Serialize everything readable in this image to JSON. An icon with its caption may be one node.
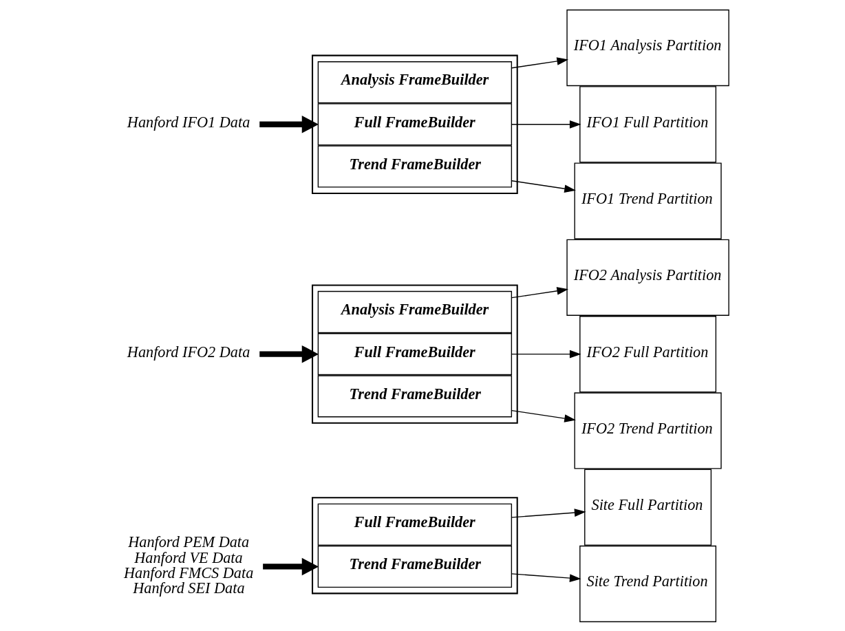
{
  "diagram": {
    "nodes": [
      {
        "text": [
          "Hanford IFO1 Data"
        ]
      },
      {
        "text": [],
        "shape": "box"
      },
      {
        "text": [
          "Analysis FrameBuilder"
        ],
        "in": 1
      },
      {
        "text": [
          "Full FrameBuilder"
        ],
        "in": 1
      },
      {
        "text": [
          "Trend FrameBuilder"
        ],
        "in": 1
      },
      {
        "text": [
          "IFO1 Trend Partition"
        ]
      },
      {
        "text": [
          "IFO1 Full Partition"
        ]
      },
      {
        "text": [
          "IFO1 Analysis Partition"
        ]
      },
      {
        "text": [
          "Hanford IFO2 Data"
        ]
      },
      {
        "text": [],
        "shape": "box"
      },
      {
        "text": [
          "Analysis FrameBuilder"
        ],
        "in": 9
      },
      {
        "text": [
          "Full FrameBuilder"
        ],
        "in": 9
      },
      {
        "text": [
          "Trend FrameBuilder"
        ],
        "in": 9
      },
      {
        "text": [
          "IFO2 Trend Partition"
        ]
      },
      {
        "text": [
          "IFO2 Full Partition"
        ]
      },
      {
        "text": [
          "IFO2 Analysis Partition"
        ]
      },
      {
        "text": [
          "Hanford PEM Data",
          "Hanford VE Data",
          "Hanford FMCS Data",
          "Hanford SEI Data"
        ]
      },
      {
        "text": [],
        "shape": "box"
      },
      {
        "text": [
          "Full FrameBuilder"
        ],
        "in": 17
      },
      {
        "text": [
          "Trend FrameBuilder"
        ],
        "in": 17
      },
      {
        "text": [
          "Site Trend Partition"
        ]
      },
      {
        "text": [
          "Site Full Partition"
        ]
      }
    ],
    "edges": [
      {
        "from": 0,
        "to": 1,
        "arrow": "to",
        "style": "thick"
      },
      {
        "from": 2,
        "to": 7,
        "arrow": "to"
      },
      {
        "from": 3,
        "to": 6,
        "arrow": "to"
      },
      {
        "from": 4,
        "to": 5,
        "arrow": "to"
      },
      {
        "from": 8,
        "to": 9,
        "arrow": "to",
        "style": "thick"
      },
      {
        "from": 10,
        "to": 15,
        "arrow": "to"
      },
      {
        "from": 11,
        "to": 14,
        "arrow": "to"
      },
      {
        "from": 12,
        "to": 13,
        "arrow": "to"
      },
      {
        "from": 16,
        "to": 17,
        "arrow": "to",
        "style": "thick"
      },
      {
        "from": 18,
        "to": 21,
        "arrow": "to"
      },
      {
        "from": 19,
        "to": 20,
        "arrow": "to"
      }
    ]
  }
}
